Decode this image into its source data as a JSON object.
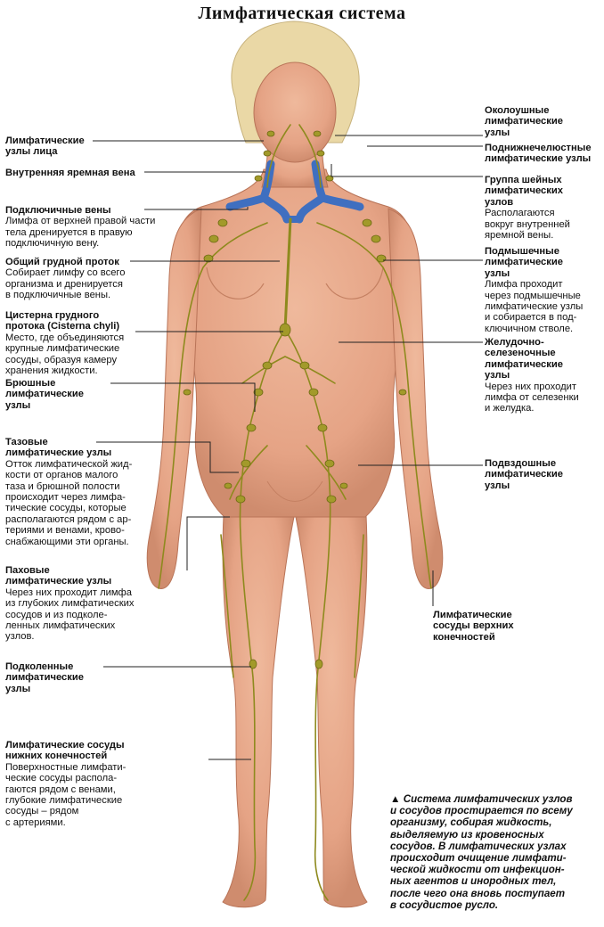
{
  "title": "Лимфатическая система",
  "labels": {
    "face": {
      "h": "Лимфатические\nузлы лица",
      "d": ""
    },
    "jugular": {
      "h": "Внутренняя яремная вена",
      "d": ""
    },
    "subclavian": {
      "h": "Подключичные вены",
      "d": "Лимфа от верхней правой части\nтела дренируется в правую\nподключичную вену."
    },
    "thoracic": {
      "h": "Общий грудной проток",
      "d": "Собирает лимфу со всего\nорганизма и дренируется\nв подключичные вены."
    },
    "cisterna": {
      "h": "Цистерна грудного\nпротока (Cisterna chyli)",
      "d": "Место, где объединяются\nкрупные лимфатические\nсосуды, образуя камеру\nхранения жидкости."
    },
    "abdominal": {
      "h": "Брюшные\nлимфатические\nузлы",
      "d": ""
    },
    "pelvic": {
      "h": "Тазовые\nлимфатические узлы",
      "d": "Отток лимфатической жид-\nкости от органов малого\nтаза и брюшной полости\nпроисходит через лимфа-\nтические сосуды, которые\nрасполагаются рядом с ар-\nтериями и венами, крово-\nснабжающими эти органы."
    },
    "inguinal": {
      "h": "Паховые\nлимфатические узлы",
      "d": "Через них проходит лимфа\nиз глубоких лимфатических\nсосудов и из подколе-\nленных лимфатических\nузлов."
    },
    "popliteal": {
      "h": "Подколенные\nлимфатические\nузлы",
      "d": ""
    },
    "lowerVessels": {
      "h": "Лимфатические сосуды\nнижних конечностей",
      "d": "Поверхностные лимфати-\nческие сосуды распола-\nгаются рядом с венами,\nглубокие лимфатические\nсосуды – рядом\nс артериями."
    },
    "parotid": {
      "h": "Околоушные\nлимфатические\nузлы",
      "d": ""
    },
    "submandibular": {
      "h": "Поднижнечелюстные\nлимфатические узлы",
      "d": ""
    },
    "cervical": {
      "h": "Группа шейных\nлимфатических\nузлов",
      "d": "Располагаются\nвокруг внутренней\nяремной вены."
    },
    "axillary": {
      "h": "Подмышечные\nлимфатические\nузлы",
      "d": "Лимфа проходит\nчерез подмышечные\nлимфатические узлы\nи собирается в под-\nключичном стволе."
    },
    "gastrosplenic": {
      "h": "Желудочно-\nселезеночные\nлимфатические\nузлы",
      "d": "Через них проходит\nлимфа от селезенки\nи желудка."
    },
    "iliac": {
      "h": "Подвздошные\nлимфатические\nузлы",
      "d": ""
    },
    "upperVessels": {
      "h": "Лимфатические\nсосуды верхних\nконечностей",
      "d": ""
    }
  },
  "caption": "Система лимфатических узлов\nи сосудов простирается по всему\nорганизму, собирая жидкость,\nвыделяемую из кровеносных\nсосудов. В лимфатических узлах\nпроисходит очищение лимфати-\nческой жидкости от инфекцион-\nных агентов и инородных тел,\nпосле чего она вновь поступает\nв сосудистое русло.",
  "caption_marker": "▲",
  "colors": {
    "skin": "#e8a88a",
    "skin_shadow": "#c98166",
    "hair": "#ead8a6",
    "vein": "#3f6fc0",
    "lymph": "#8e8a1e",
    "node": "#a29a2a",
    "leader": "#222222"
  }
}
